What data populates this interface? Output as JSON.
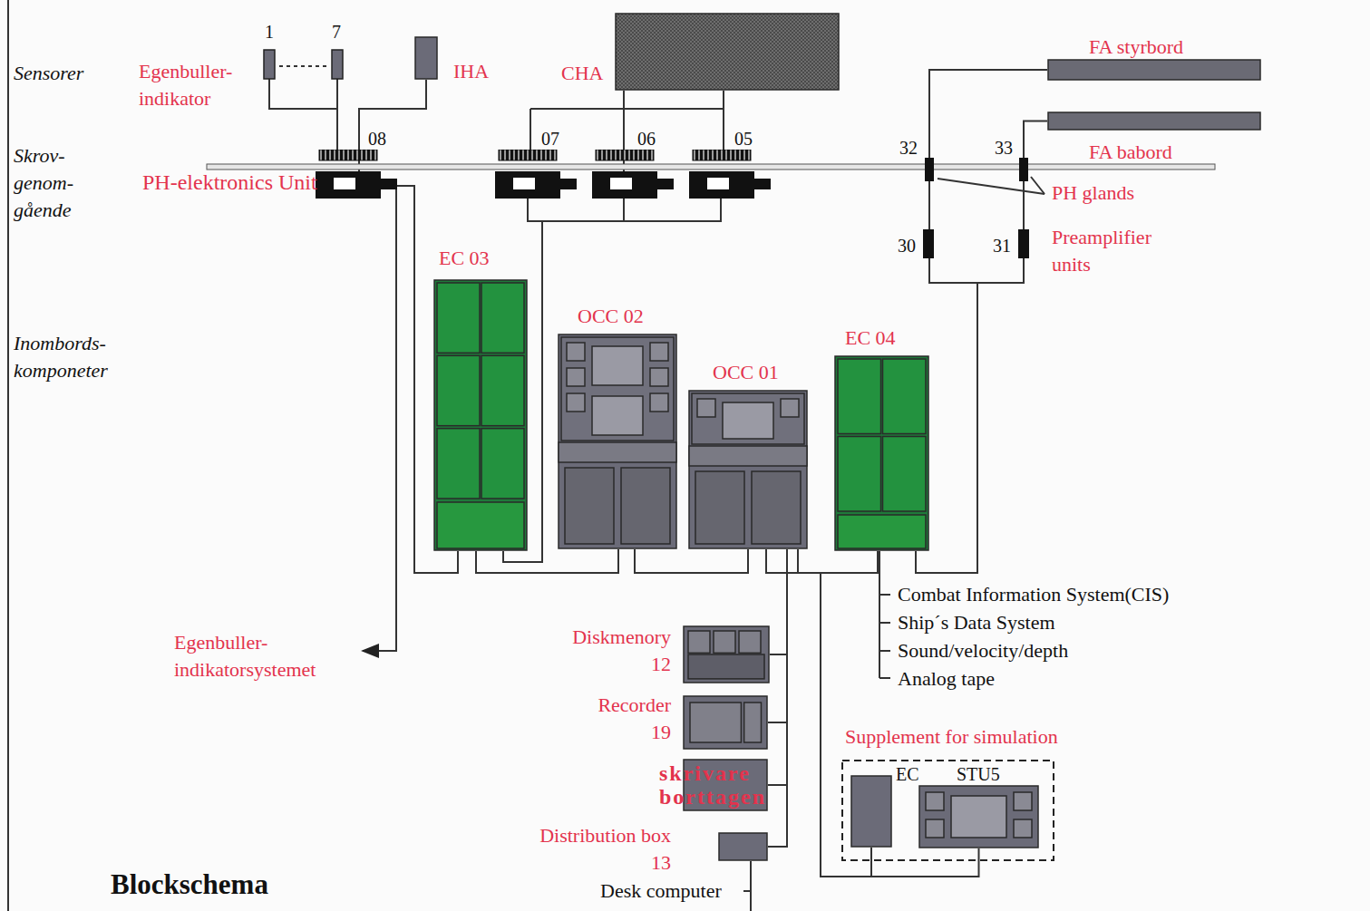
{
  "diagram": {
    "title": "Blockschema",
    "nodes": [
      {
        "text": [
          "CHA"
        ]
      },
      {
        "text": [
          "IHA"
        ]
      },
      {
        "text": [
          "FA styrbord"
        ]
      },
      {
        "text": [
          "FA babord"
        ]
      },
      {
        "text": [
          "EC 03"
        ]
      },
      {
        "text": [
          "OCC 02"
        ]
      },
      {
        "text": [
          "OCC 01"
        ]
      },
      {
        "text": [
          "EC 04"
        ]
      },
      {
        "text": [
          "Diskmenory 12"
        ]
      },
      {
        "text": [
          "Recorder 19"
        ]
      },
      {
        "text": [
          "skrivare borttagen"
        ]
      },
      {
        "text": [
          "Distribution box 13"
        ]
      },
      {
        "text": [
          "Supplement for simulation"
        ]
      },
      {
        "text": [
          "EC"
        ],
        "in": 12
      },
      {
        "text": [
          "STU5"
        ],
        "in": 12
      }
    ],
    "edges": [
      {
        "from": 0,
        "to": 4,
        "arrow": "none"
      },
      {
        "from": 1,
        "to": 4,
        "arrow": "none"
      },
      {
        "from": 4,
        "to": 5,
        "arrow": "none"
      },
      {
        "from": 5,
        "to": 6,
        "arrow": "none"
      },
      {
        "from": 6,
        "to": 7,
        "arrow": "none"
      },
      {
        "from": 2,
        "to": 7,
        "arrow": "none"
      },
      {
        "from": 3,
        "to": 7,
        "arrow": "none"
      },
      {
        "from": 6,
        "to": 8,
        "arrow": "none"
      },
      {
        "from": 6,
        "to": 9,
        "arrow": "none"
      },
      {
        "from": 6,
        "to": 10,
        "arrow": "none"
      },
      {
        "from": 6,
        "to": 11,
        "arrow": "none"
      },
      {
        "from": 6,
        "to": 13,
        "arrow": "none"
      },
      {
        "from": 6,
        "to": 14,
        "arrow": "none"
      }
    ],
    "labels": [
      "Sensorer",
      "Egenbuller- indikator",
      "1",
      "7",
      "Skrov- genom- gående",
      "PH-elektronics Unit",
      "08",
      "07",
      "06",
      "05",
      "32",
      "33",
      "PH glands",
      "30",
      "31",
      "Preamplifier units",
      "Inombords- komponeter",
      "Combat Information System(CIS)",
      "Ship´s Data System",
      "Sound/velocity/depth",
      "Analog tape",
      "Egenbuller- indikatorsystemet",
      "Desk computer"
    ]
  }
}
